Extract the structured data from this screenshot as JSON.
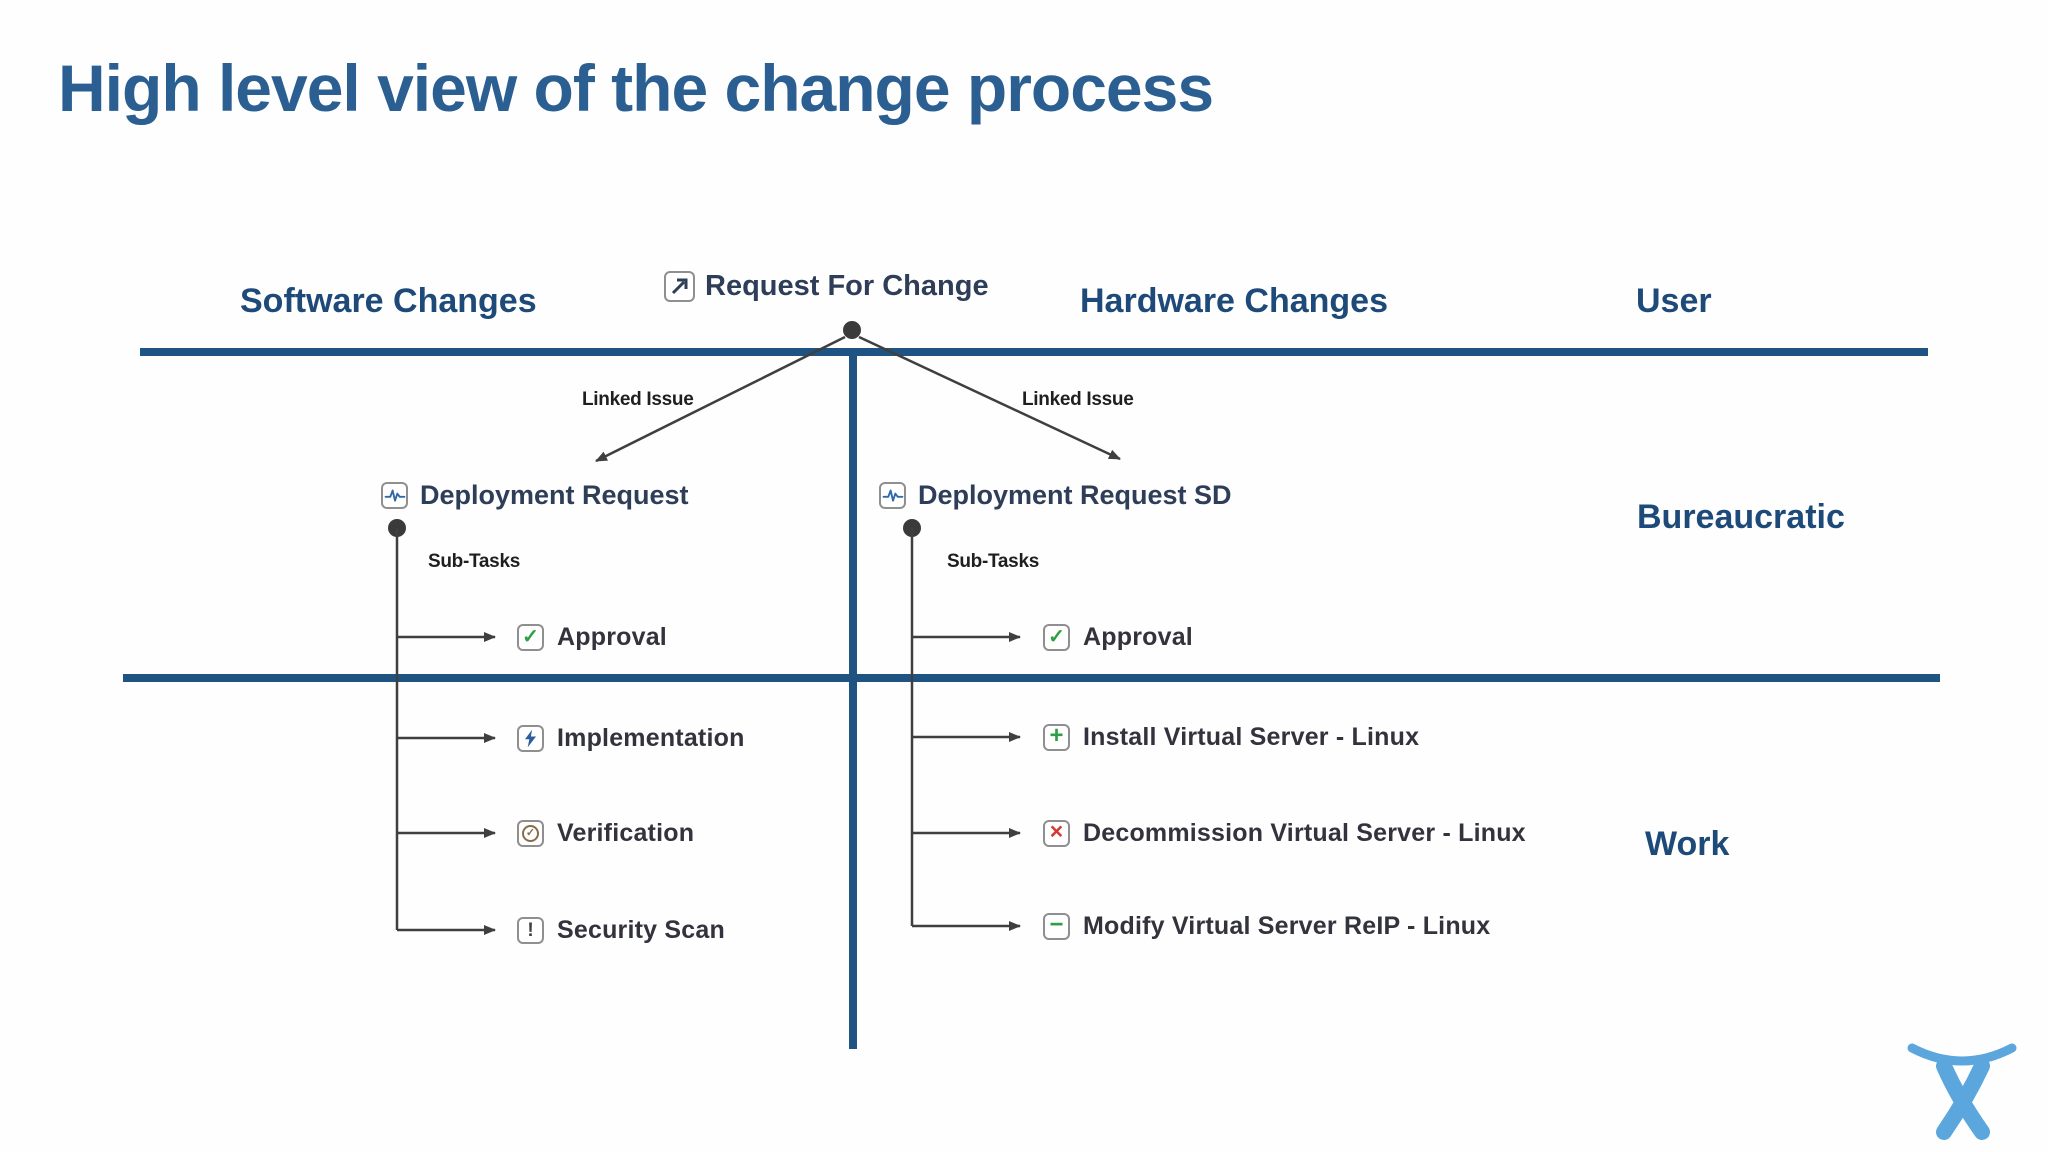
{
  "title": "High level view of the change process",
  "colors": {
    "title_blue": "#2b5f92",
    "header_navy": "#1d4a78",
    "divider_blue": "#1f5381",
    "connector_gray": "#3f3f3f",
    "text_dark": "#33333d",
    "parent_navy": "#2e3d58",
    "small_label": "#1f1f1f",
    "green": "#2f9e44",
    "red": "#d43a2f",
    "bolt_blue": "#2e5d9e",
    "pulse_blue": "#3068a8",
    "brown": "#8b6b4a",
    "icon_border": "#8f8f8f",
    "logo_blue": "#5aa6dd"
  },
  "column_headers": {
    "software": "Software Changes",
    "hardware": "Hardware Changes",
    "user": "User"
  },
  "row_headers": {
    "bureaucratic": "Bureaucratic",
    "work": "Work"
  },
  "root": {
    "label": "Request For Change",
    "icon": "change-request-icon"
  },
  "left_tree": {
    "link_label": "Linked Issue",
    "parent": "Deployment Request",
    "parent_icon": "deployment-pulse-icon",
    "subtasks_label": "Sub-Tasks",
    "tasks": [
      {
        "label": "Approval",
        "icon": "check-icon"
      },
      {
        "label": "Implementation",
        "icon": "lightning-icon"
      },
      {
        "label": "Verification",
        "icon": "verified-icon"
      },
      {
        "label": "Security Scan",
        "icon": "exclamation-icon"
      }
    ]
  },
  "right_tree": {
    "link_label": "Linked Issue",
    "parent": "Deployment Request SD",
    "parent_icon": "deployment-pulse-icon",
    "subtasks_label": "Sub-Tasks",
    "tasks": [
      {
        "label": "Approval",
        "icon": "check-icon"
      },
      {
        "label": "Install Virtual Server - Linux",
        "icon": "plus-icon"
      },
      {
        "label": "Decommission Virtual Server - Linux",
        "icon": "cross-icon"
      },
      {
        "label": "Modify Virtual Server ReIP - Linux",
        "icon": "minus-icon"
      }
    ]
  },
  "icons": {
    "check": "✓",
    "plus": "+",
    "minus": "−",
    "cross": "×",
    "exclamation": "!",
    "circle_check": "✓"
  },
  "logo_name": "atlassian-logo"
}
